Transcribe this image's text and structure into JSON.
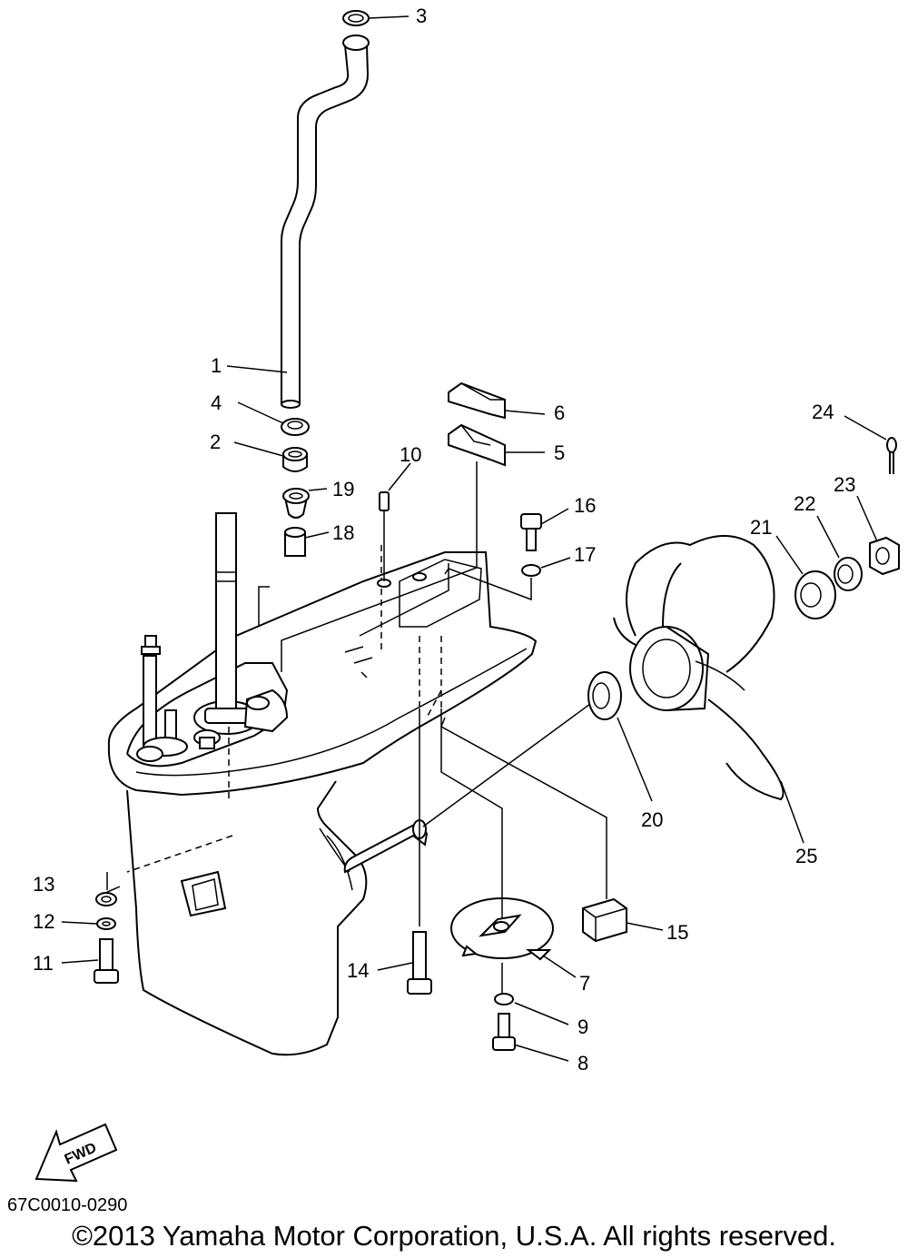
{
  "callouts": {
    "c1": "1",
    "c2": "2",
    "c3": "3",
    "c4": "4",
    "c5": "5",
    "c6": "6",
    "c7": "7",
    "c8": "8",
    "c9": "9",
    "c10": "10",
    "c11": "11",
    "c12": "12",
    "c13": "13",
    "c14": "14",
    "c15": "15",
    "c16": "16",
    "c17": "17",
    "c18": "18",
    "c19": "19",
    "c20": "20",
    "c21": "21",
    "c22": "22",
    "c23": "23",
    "c24": "24",
    "c25": "25"
  },
  "fwd_label": "FWD",
  "diagram_code": "67C0010-0290",
  "copyright": "©2013 Yamaha Motor Corporation, U.S.A. All rights reserved."
}
